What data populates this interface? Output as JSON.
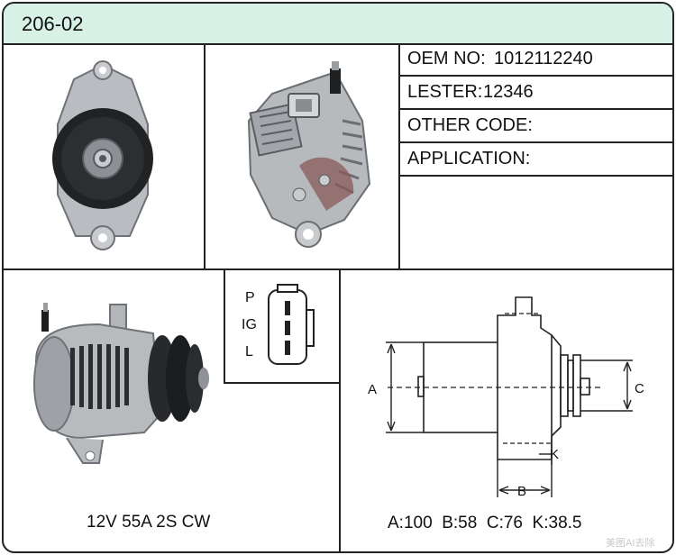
{
  "header": {
    "title": "206-02",
    "background": "#d8f1e6"
  },
  "specs": [
    {
      "label": "OEM NO:",
      "value": "1012112240"
    },
    {
      "label": "LESTER:",
      "value": "12346"
    },
    {
      "label": "OTHER CODE:",
      "value": ""
    },
    {
      "label": "APPLICATION:",
      "value": ""
    }
  ],
  "connector": {
    "pins": [
      "P",
      "IG",
      "L"
    ]
  },
  "rating": {
    "text": "12V    55A    2S    CW"
  },
  "dimensions": {
    "labels": {
      "a": "A",
      "b": "B",
      "c": "C",
      "k": "K"
    },
    "summary": "A:100  B:58  C:76  K:38.5"
  },
  "watermark": "美图AI去除",
  "icons": {
    "front": "alternator-front-view-image",
    "rear": "alternator-rear-view-image",
    "side": "alternator-side-view-image",
    "plug": "connector-plug-icon",
    "drawing": "dimension-drawing"
  }
}
